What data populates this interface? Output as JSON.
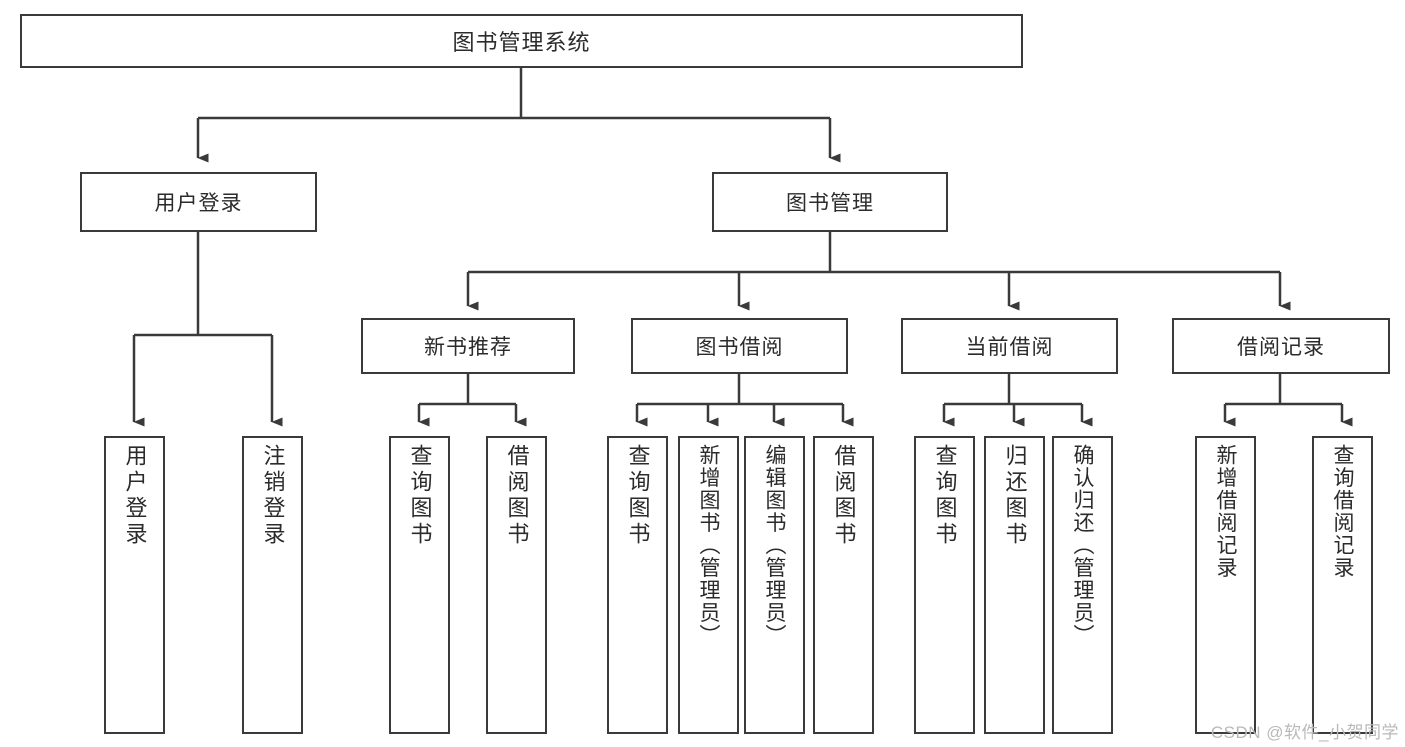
{
  "diagram": {
    "type": "tree",
    "title": "图书管理系统",
    "watermark": "CSDN @软件_小贺同学",
    "nodes": {
      "root": {
        "label": "图书管理系统",
        "level": 0
      },
      "login": {
        "label": "用户登录",
        "level": 1
      },
      "bookmgmt": {
        "label": "图书管理",
        "level": 1
      },
      "newbook": {
        "label": "新书推荐",
        "level": 2
      },
      "borrow": {
        "label": "图书借阅",
        "level": 2
      },
      "current": {
        "label": "当前借阅",
        "level": 2
      },
      "record": {
        "label": "借阅记录",
        "level": 2
      },
      "leaf1": {
        "label": "用户登录",
        "level": 3
      },
      "leaf2": {
        "label": "注销登录",
        "level": 3
      },
      "leaf3": {
        "label": "查询图书",
        "level": 3
      },
      "leaf4": {
        "label": "借阅图书",
        "level": 3
      },
      "leaf5": {
        "label": "查询图书",
        "level": 3
      },
      "leaf6": {
        "label": "新增图书（管理员）",
        "level": 3
      },
      "leaf7": {
        "label": "编辑图书（管理员）",
        "level": 3
      },
      "leaf8": {
        "label": "借阅图书",
        "level": 3
      },
      "leaf9": {
        "label": "查询图书",
        "level": 3
      },
      "leaf10": {
        "label": "归还图书",
        "level": 3
      },
      "leaf11": {
        "label": "确认归还（管理员）",
        "level": 3
      },
      "leaf12": {
        "label": "新增借阅记录",
        "level": 3
      },
      "leaf13": {
        "label": "查询借阅记录",
        "level": 3
      }
    },
    "edges": [
      {
        "from": "root",
        "to": "login"
      },
      {
        "from": "root",
        "to": "bookmgmt"
      },
      {
        "from": "bookmgmt",
        "to": "newbook"
      },
      {
        "from": "bookmgmt",
        "to": "borrow"
      },
      {
        "from": "bookmgmt",
        "to": "current"
      },
      {
        "from": "bookmgmt",
        "to": "record"
      },
      {
        "from": "login",
        "to": "leaf1"
      },
      {
        "from": "login",
        "to": "leaf2"
      },
      {
        "from": "newbook",
        "to": "leaf3"
      },
      {
        "from": "newbook",
        "to": "leaf4"
      },
      {
        "from": "borrow",
        "to": "leaf5"
      },
      {
        "from": "borrow",
        "to": "leaf6"
      },
      {
        "from": "borrow",
        "to": "leaf7"
      },
      {
        "from": "borrow",
        "to": "leaf8"
      },
      {
        "from": "current",
        "to": "leaf9"
      },
      {
        "from": "current",
        "to": "leaf10"
      },
      {
        "from": "current",
        "to": "leaf11"
      },
      {
        "from": "record",
        "to": "leaf12"
      },
      {
        "from": "record",
        "to": "leaf13"
      }
    ],
    "colors": {
      "stroke": "#3a3a3a",
      "fill": "#ffffff",
      "text": "#2b2b2b",
      "watermark": "#b9b9b9"
    }
  }
}
